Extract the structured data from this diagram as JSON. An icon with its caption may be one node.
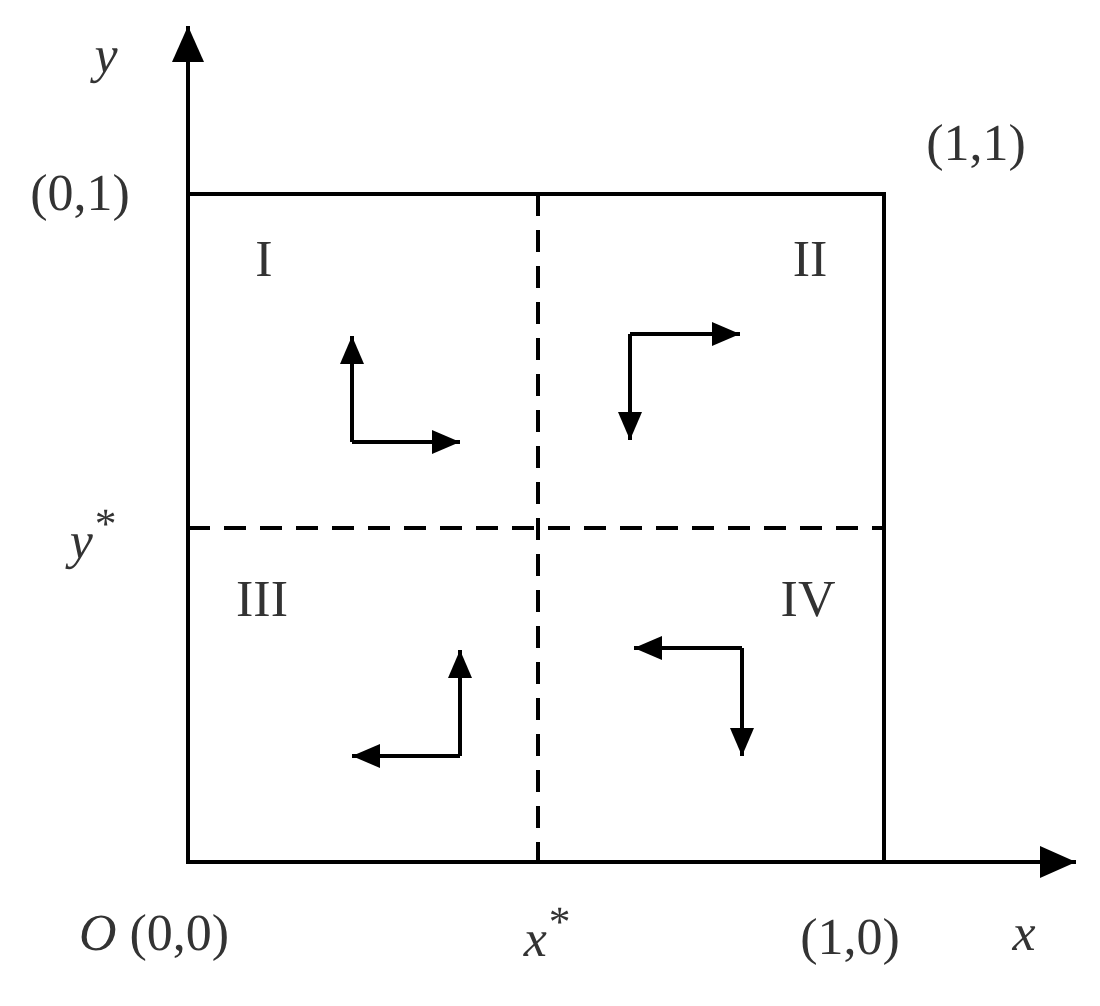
{
  "diagram": {
    "labels": [
      "y",
      "(1,1)",
      "(0,1)",
      "I",
      "II",
      "y$^{*}$",
      "III",
      "IV",
      "*O* (0,0)",
      "x$^{*}$",
      "(1,0)",
      "x"
    ]
  }
}
